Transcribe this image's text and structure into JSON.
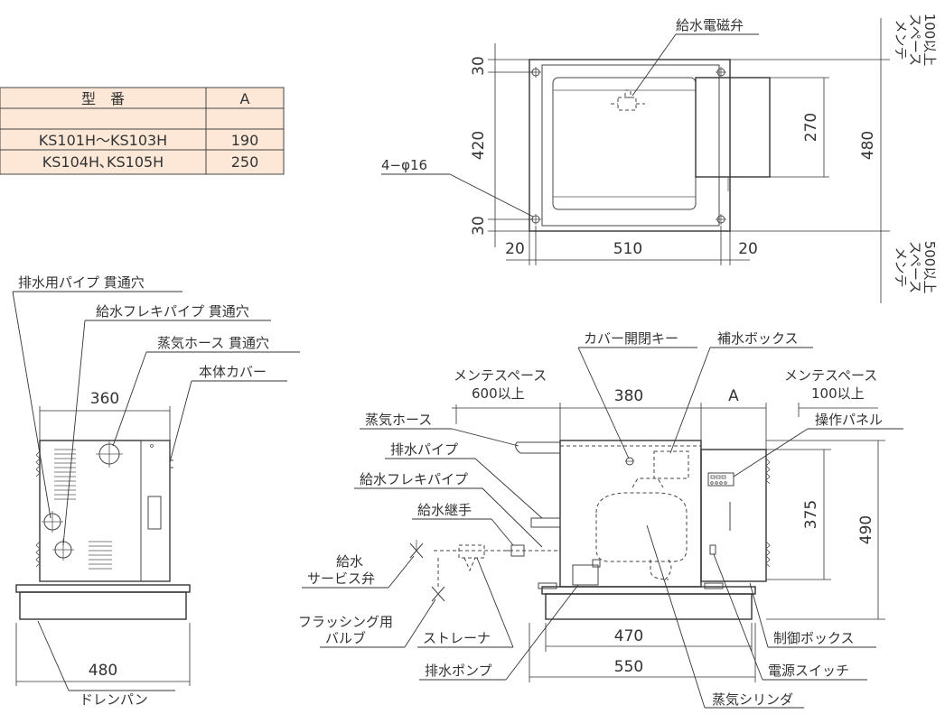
{
  "table": {
    "header_model": "型　番",
    "header_a": "A",
    "rows": [
      {
        "model": "KS101H〜KS103H",
        "a": "190"
      },
      {
        "model": "KS104H､KS105H",
        "a": "250"
      }
    ]
  },
  "top_view": {
    "valve_label": "給水電磁弁",
    "hole_label": "4−φ16",
    "dim_30_top": "30",
    "dim_420": "420",
    "dim_30_bottom": "30",
    "dim_20_left": "20",
    "dim_510": "510",
    "dim_20_right": "20",
    "dim_270": "270",
    "dim_480": "480",
    "maint_top": [
      "メンテ",
      "スペース",
      "100以上"
    ],
    "maint_bottom": [
      "メンテ",
      "スペース",
      "500以上"
    ]
  },
  "side_view": {
    "drain_pipe_hole": "排水用パイプ 貫通穴",
    "supply_flex_hole": "給水フレキパイプ 貫通穴",
    "steam_hose_hole": "蒸気ホース 貫通穴",
    "body_cover": "本体カバー",
    "dim_360": "360",
    "dim_480": "480",
    "drain_pan": "ドレンパン"
  },
  "front_view": {
    "cover_key": "カバー開閉キー",
    "refill_box": "補水ボックス",
    "maint_left": [
      "メンテスペース",
      "600以上"
    ],
    "dim_380": "380",
    "dim_a": "A",
    "maint_right": [
      "メンテスペース",
      "100以上"
    ],
    "steam_hose": "蒸気ホース",
    "control_panel": "操作パネル",
    "drain_pipe": "排水パイプ",
    "supply_flex": "給水フレキパイプ",
    "supply_joint": "給水継手",
    "service_valve": [
      "給水",
      "サービス弁"
    ],
    "dim_375": "375",
    "dim_490": "490",
    "flush_valve": [
      "フラッシング用",
      "バルブ"
    ],
    "strainer": "ストレーナ",
    "control_box": "制御ボックス",
    "dim_470": "470",
    "drain_pump": "排水ポンプ",
    "dim_550": "550",
    "power_switch": "電源スイッチ",
    "steam_cylinder": "蒸気シリンダ"
  }
}
